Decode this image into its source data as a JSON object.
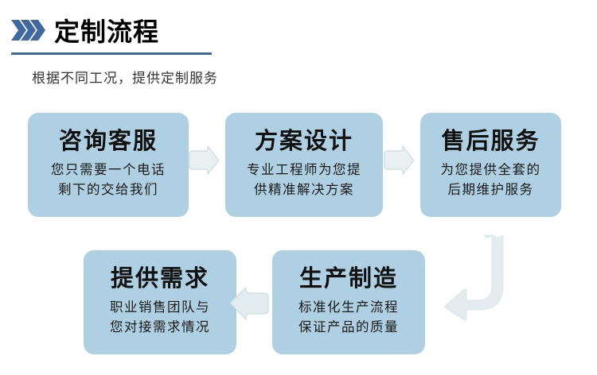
{
  "header": {
    "icon": "triple-chevron-right-icon",
    "title": "定制流程",
    "subtitle": "根据不同工况，提供定制服务",
    "accent_color": "#40699f",
    "underline_color": "#40699f"
  },
  "theme": {
    "card_background": "#aed0e2",
    "arrow_fill": "#e6eef0",
    "arrow_stroke": "#d2e0e4",
    "title_text_color": "#111111",
    "body_text_color": "#1a1a1a"
  },
  "flow": {
    "steps": [
      {
        "id": "step-consult",
        "title": "咨询客服",
        "lines": [
          "您只需要一个电话",
          "剩下的交给我们"
        ]
      },
      {
        "id": "step-design",
        "title": "方案设计",
        "lines": [
          "专业工程师为您提",
          "供精准解决方案"
        ]
      },
      {
        "id": "step-aftersales",
        "title": "售后服务",
        "lines": [
          "为您提供全套的",
          "后期维护服务"
        ]
      },
      {
        "id": "step-requirements",
        "title": "提供需求",
        "lines": [
          "职业销售团队与",
          "您对接需求情况"
        ]
      },
      {
        "id": "step-manufacturing",
        "title": "生产制造",
        "lines": [
          "标准化生产流程",
          "保证产品的质量"
        ]
      }
    ],
    "connectors": [
      {
        "id": "connector-1",
        "icon": "arrow-right-icon",
        "direction": "right"
      },
      {
        "id": "connector-2",
        "icon": "arrow-right-icon",
        "direction": "right"
      },
      {
        "id": "connector-3",
        "icon": "arrow-left-icon",
        "direction": "left"
      },
      {
        "id": "connector-uturn",
        "icon": "arrow-u-turn-down-left-icon",
        "direction": "down-left"
      }
    ]
  }
}
